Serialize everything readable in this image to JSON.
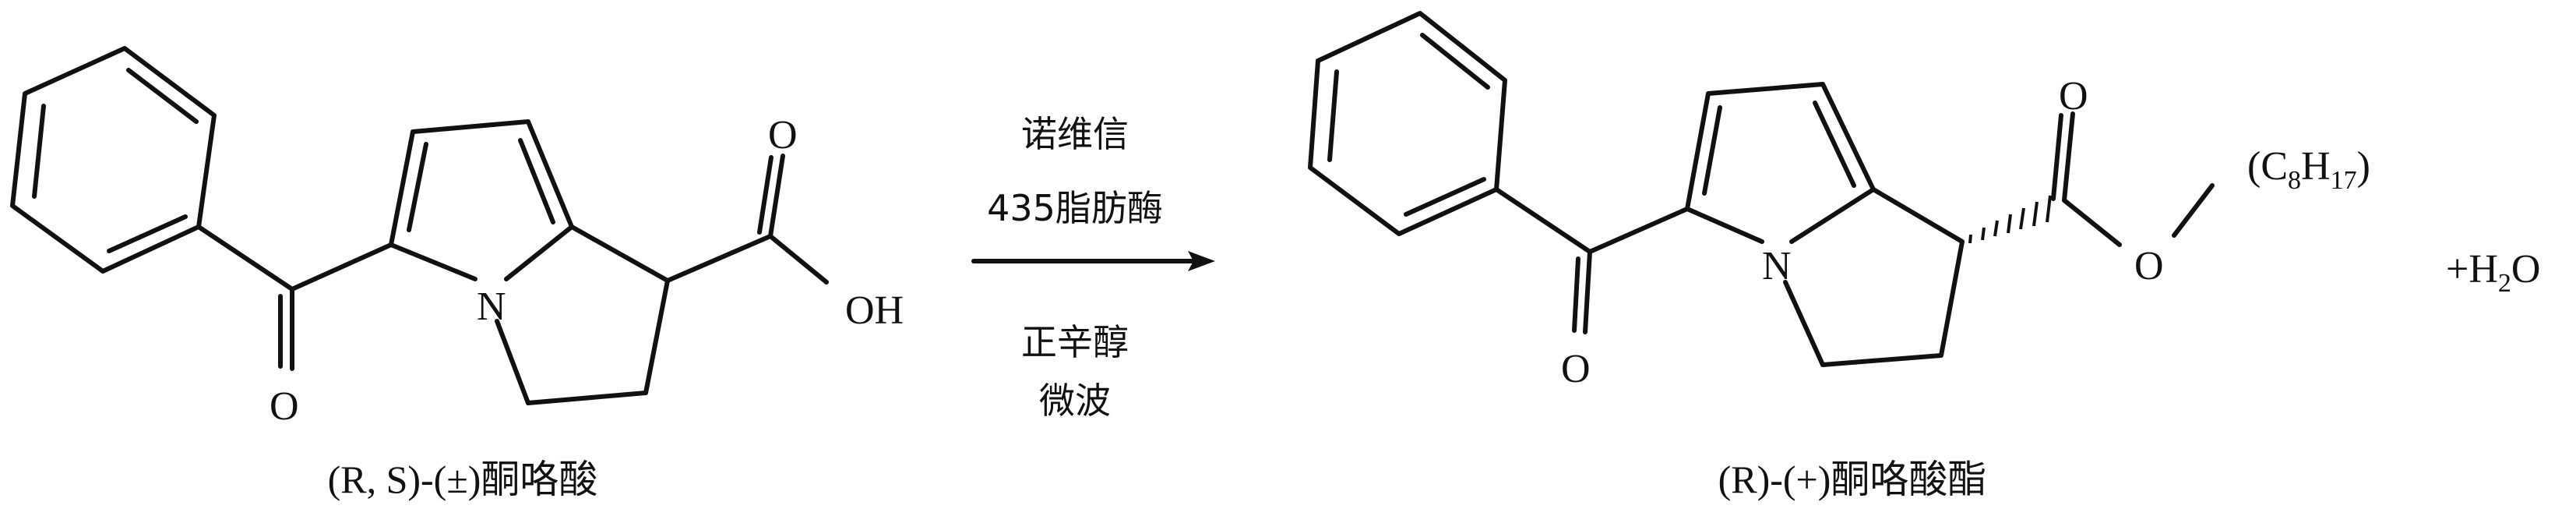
{
  "reactant": {
    "name": "(R, S)-(±)酮咯酸",
    "atoms": {
      "ketone_o": "O",
      "nitrogen": "N",
      "acid_o": "O",
      "hydroxyl": "OH"
    }
  },
  "conditions": {
    "catalyst_line1": "诺维信",
    "catalyst_line2": "435脂肪酶",
    "solvent": "正辛醇",
    "method": "微波"
  },
  "product": {
    "name": "(R)-(+)酮咯酸酯",
    "atoms": {
      "ketone_o": "O",
      "nitrogen": "N",
      "carbonyl_o": "O",
      "ester_o": "O"
    },
    "alkyl": {
      "open": "(C",
      "c_count": "8",
      "h": "H",
      "h_count": "17",
      "close": ")"
    }
  },
  "byproduct": {
    "plus": "+H",
    "h_count": "2",
    "o": "O"
  }
}
